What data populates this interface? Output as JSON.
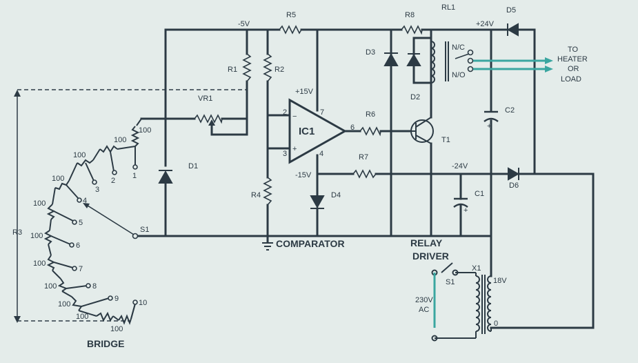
{
  "labels": {
    "rail_neg5": "-5V",
    "rail_pos24": "+24V",
    "rail_neg24": "-24V",
    "pos15": "+15V",
    "neg15": "-15V",
    "r1": "R1",
    "r2": "R2",
    "r3": "R3",
    "r4": "R4",
    "r5": "R5",
    "r6": "R6",
    "r7": "R7",
    "r8": "R8",
    "vr1": "VR1",
    "rl1": "RL1",
    "d1": "D1",
    "d2": "D2",
    "d3": "D3",
    "d4": "D4",
    "d5": "D5",
    "d6": "D6",
    "c1": "C1",
    "c2": "C2",
    "t1": "T1",
    "ic1": "IC1",
    "pin2": "2",
    "pin3": "3",
    "pin4": "4",
    "pin6": "6",
    "pin7": "7",
    "minus": "−",
    "plus": "+",
    "s1_bridge": "S1",
    "s1_mains": "S1",
    "x1": "X1",
    "v18": "18V",
    "zero": "0",
    "ac_line1": "230V",
    "ac_line2": "AC",
    "nc": "N/C",
    "no": "N/O",
    "to_line1": "TO",
    "to_line2": "HEATER",
    "to_line3": "OR",
    "to_line4": "LOAD",
    "comparator": "COMPARATOR",
    "relay_line1": "RELAY",
    "relay_line2": "DRIVER",
    "bridge": "BRIDGE",
    "cap_plus": "+"
  },
  "bridge_resistors": [
    "100",
    "100",
    "100",
    "100",
    "100",
    "100",
    "100",
    "100",
    "100",
    "100",
    "100"
  ],
  "switch_positions": [
    "1",
    "2",
    "3",
    "4",
    "5",
    "6",
    "7",
    "8",
    "9",
    "10"
  ],
  "colors": {
    "ink": "#2c3a44",
    "accent": "#3aa6a0",
    "background": "#e4ecea"
  }
}
